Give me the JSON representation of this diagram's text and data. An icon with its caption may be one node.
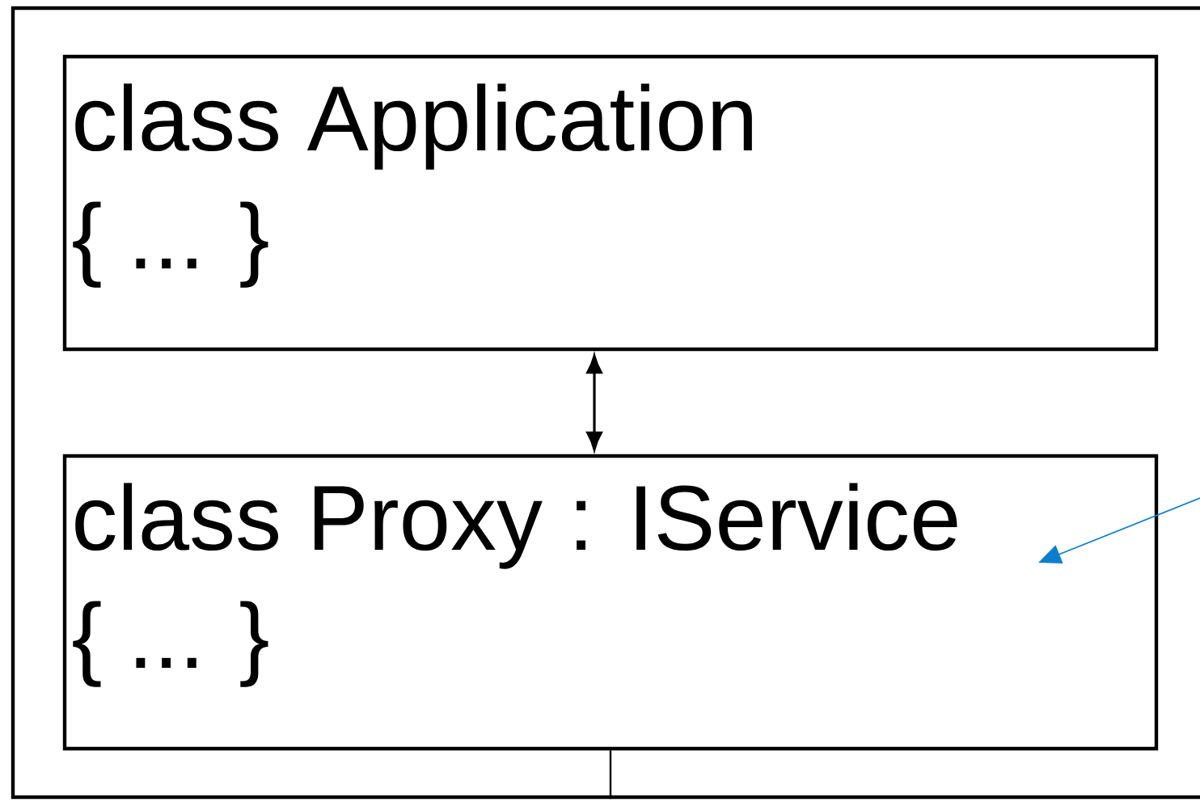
{
  "diagram": {
    "nodes": [
      {
        "text": [],
        "shape": "box"
      },
      {
        "text": [
          "class Application",
          "{ ... }"
        ],
        "in": 0
      },
      {
        "text": [
          "class Proxy : IService",
          "{ ... }"
        ],
        "in": 0
      }
    ],
    "edges": [
      {
        "from": 1,
        "to": 2,
        "arrow": "both"
      },
      {
        "from": null,
        "to": 2,
        "arrow": "to",
        "color": "#0a7fd0"
      },
      {
        "from": 2,
        "to": 0,
        "arrow": "none"
      }
    ]
  }
}
